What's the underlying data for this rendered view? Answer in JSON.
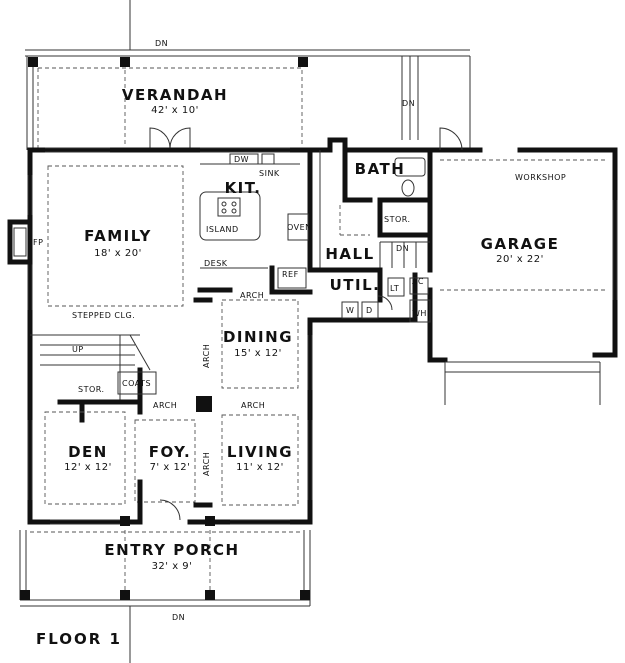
{
  "plan": {
    "floor_label": "Floor 1",
    "rooms": {
      "verandah": {
        "name": "Verandah",
        "dims": "42' x 10'"
      },
      "family": {
        "name": "Family",
        "dims": "18' x 20'"
      },
      "kitchen": {
        "name": "Kit."
      },
      "bath": {
        "name": "Bath"
      },
      "hall": {
        "name": "Hall"
      },
      "garage": {
        "name": "Garage",
        "dims": "20' x 22'"
      },
      "util": {
        "name": "Util."
      },
      "dining": {
        "name": "Dining",
        "dims": "15' x 12'"
      },
      "den": {
        "name": "Den",
        "dims": "12' x 12'"
      },
      "foyer": {
        "name": "Foy.",
        "dims": "7' x 12'"
      },
      "living": {
        "name": "Living",
        "dims": "11' x 12'"
      },
      "entry_porch": {
        "name": "Entry Porch",
        "dims": "32' x 9'"
      }
    },
    "small_labels": {
      "dn_top": "DN",
      "dn_verandah": "DN",
      "dn_hall": "DN",
      "dn_bottom": "DN",
      "dw": "DW",
      "sink": "SINK",
      "island": "ISLAND",
      "oven": "OVEN",
      "desk": "DESK",
      "ref": "REF",
      "stor_bath": "STOR.",
      "workshop": "WORKSHOP",
      "fp": "FP",
      "stepped_clg": "STEPPED CLG.",
      "arch_dining_top": "ARCH",
      "arch_left_dining": "ARCH",
      "up": "UP",
      "stor_stair": "STOR.",
      "coats": "COATS",
      "arch_foyer": "ARCH",
      "arch_living": "ARCH",
      "arch_foyer_living": "ARCH",
      "lt": "LT",
      "ac": "AC",
      "w": "W",
      "d": "D",
      "wh": "WH"
    }
  }
}
